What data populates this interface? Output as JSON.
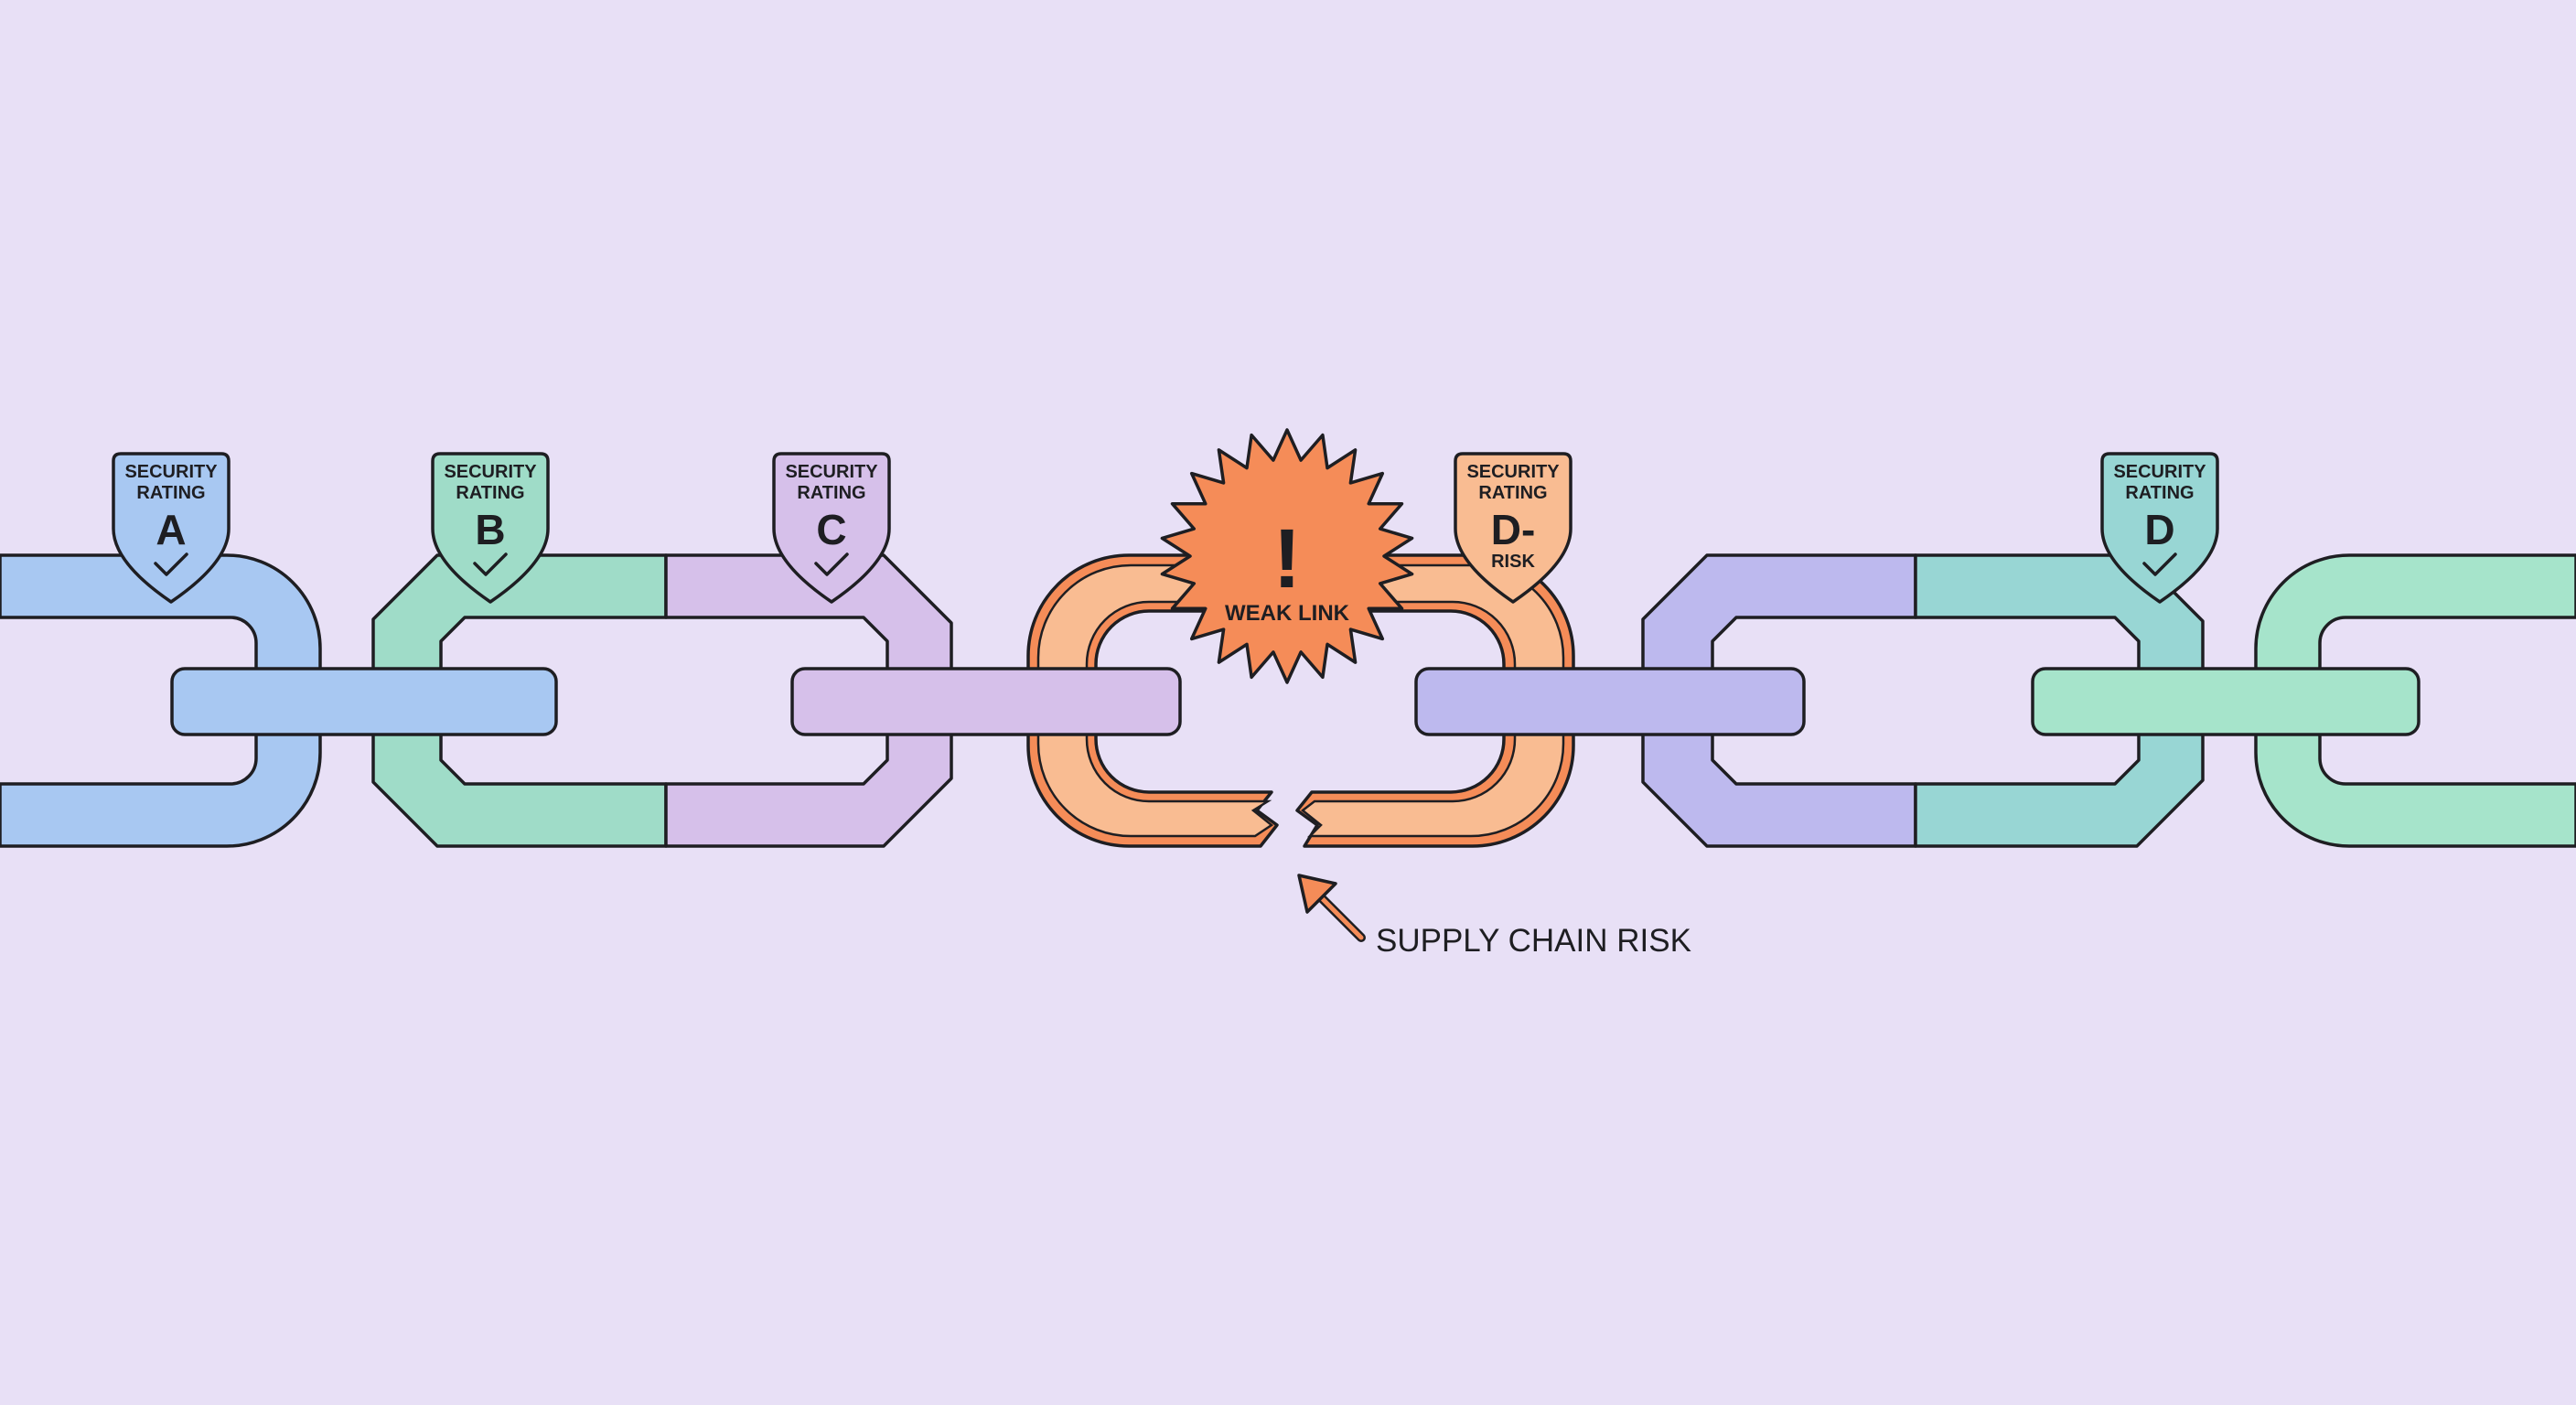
{
  "colors": {
    "background": "#e8e0f6",
    "outline": "#1e1e22",
    "blue": "#a8c8f2",
    "teal": "#9fdcc8",
    "violet": "#d6c0ea",
    "orange": "#f9bc92",
    "orange_accent": "#f58c58",
    "periwinkle": "#bdb9ee",
    "cyan": "#98d6d4",
    "green": "#a6e4cb"
  },
  "badges": [
    {
      "line1": "SECURITY",
      "line2": "RATING",
      "grade": "A",
      "mark": "check-icon",
      "color": "#a8c8f2"
    },
    {
      "line1": "SECURITY",
      "line2": "RATING",
      "grade": "B",
      "mark": "check-icon",
      "color": "#9fdcc8"
    },
    {
      "line1": "SECURITY",
      "line2": "RATING",
      "grade": "C",
      "mark": "check-icon",
      "color": "#d6c0ea"
    },
    {
      "line1": "SECURITY",
      "line2": "RATING",
      "grade": "D-",
      "note": "RISK",
      "color": "#f9bc92"
    },
    {
      "line1": "SECURITY",
      "line2": "RATING",
      "grade": "D",
      "mark": "check-icon",
      "color": "#98d6d4"
    }
  ],
  "weak_link": {
    "symbol": "!",
    "label": "WEAK LINK",
    "icon": "starburst-alert-icon"
  },
  "callout": {
    "label": "SUPPLY CHAIN RISK",
    "icon": "arrow-up-left-icon"
  }
}
